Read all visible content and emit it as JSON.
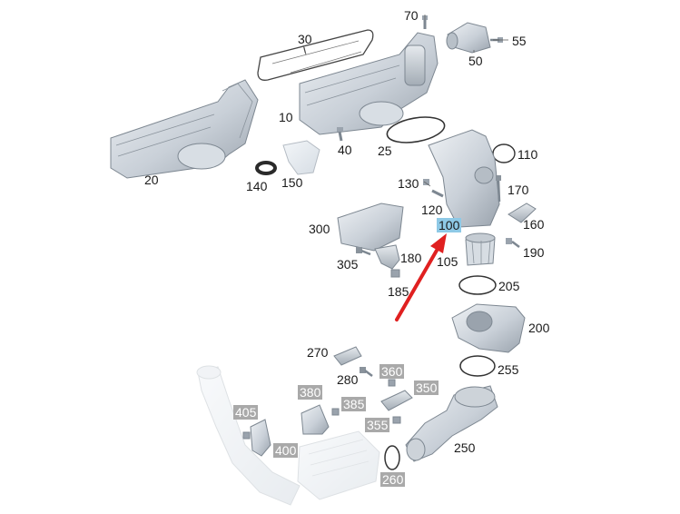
{
  "diagram": {
    "highlighted_part": "100",
    "highlight_color": "#8ec9e6",
    "arrow_color": "#e02020",
    "shaded_label_color": "#a9a9a9",
    "part_labels": {
      "p10": "10",
      "p20": "20",
      "p25": "25",
      "p30": "30",
      "p40": "40",
      "p50": "50",
      "p55": "55",
      "p70": "70",
      "p100": "100",
      "p105": "105",
      "p110": "110",
      "p120": "120",
      "p130": "130",
      "p140": "140",
      "p150": "150",
      "p160": "160",
      "p170": "170",
      "p180": "180",
      "p185": "185",
      "p190": "190",
      "p200": "200",
      "p205": "205",
      "p250": "250",
      "p255": "255",
      "p260": "260",
      "p270": "270",
      "p280": "280",
      "p300": "300",
      "p305": "305",
      "p350": "350",
      "p355": "355",
      "p360": "360",
      "p380": "380",
      "p385": "385",
      "p400": "400",
      "p405": "405"
    }
  }
}
